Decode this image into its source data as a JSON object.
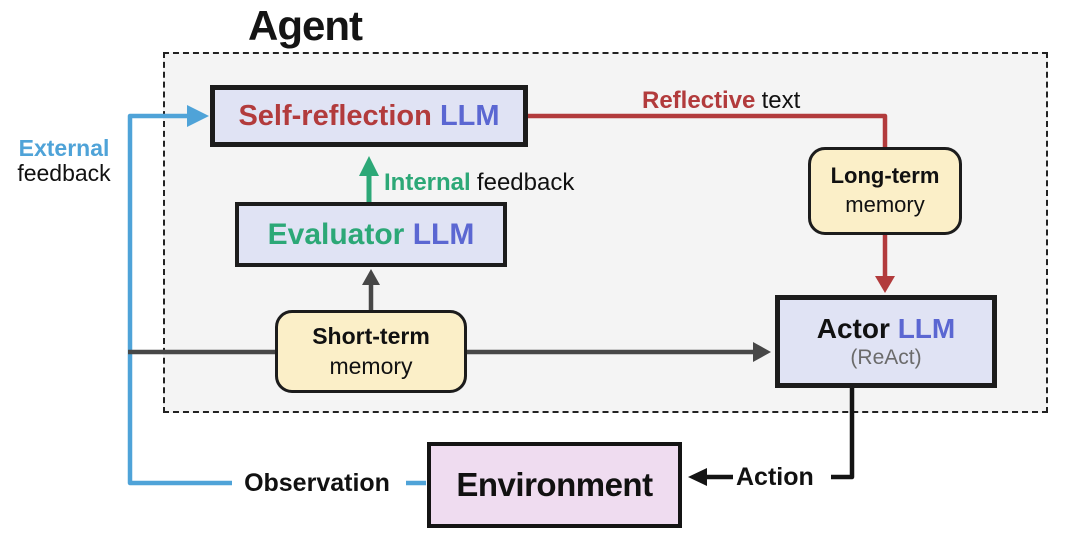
{
  "title": "Agent",
  "boxes": {
    "self_reflection": {
      "name": "Self-reflection",
      "type": "LLM"
    },
    "evaluator": {
      "name": "Evaluator",
      "type": "LLM"
    },
    "actor": {
      "name": "Actor",
      "type": "LLM",
      "subtitle": "(ReAct)"
    },
    "short_term_memory": {
      "line1": "Short-term",
      "line2": "memory"
    },
    "long_term_memory": {
      "line1": "Long-term",
      "line2": "memory"
    },
    "environment": {
      "label": "Environment"
    }
  },
  "labels": {
    "external_feedback": {
      "word1": "External",
      "word2": "feedback"
    },
    "internal_feedback": {
      "word1": "Internal",
      "word2": "feedback"
    },
    "reflective_text": {
      "word1": "Reflective",
      "word2": "text"
    },
    "observation": "Observation",
    "action": "Action"
  },
  "colors": {
    "external_blue": "#4fa3d8",
    "internal_green": "#2ca877",
    "reflective_red": "#b23b3c",
    "llm_indigo": "#5b67d2",
    "arrow_gray": "#474747",
    "action_black": "#141414",
    "llm_box_fill": "#e0e3f4",
    "memory_fill": "#fbefc8",
    "environment_fill": "#efdcf0",
    "agent_fill": "#f4f4f4"
  }
}
